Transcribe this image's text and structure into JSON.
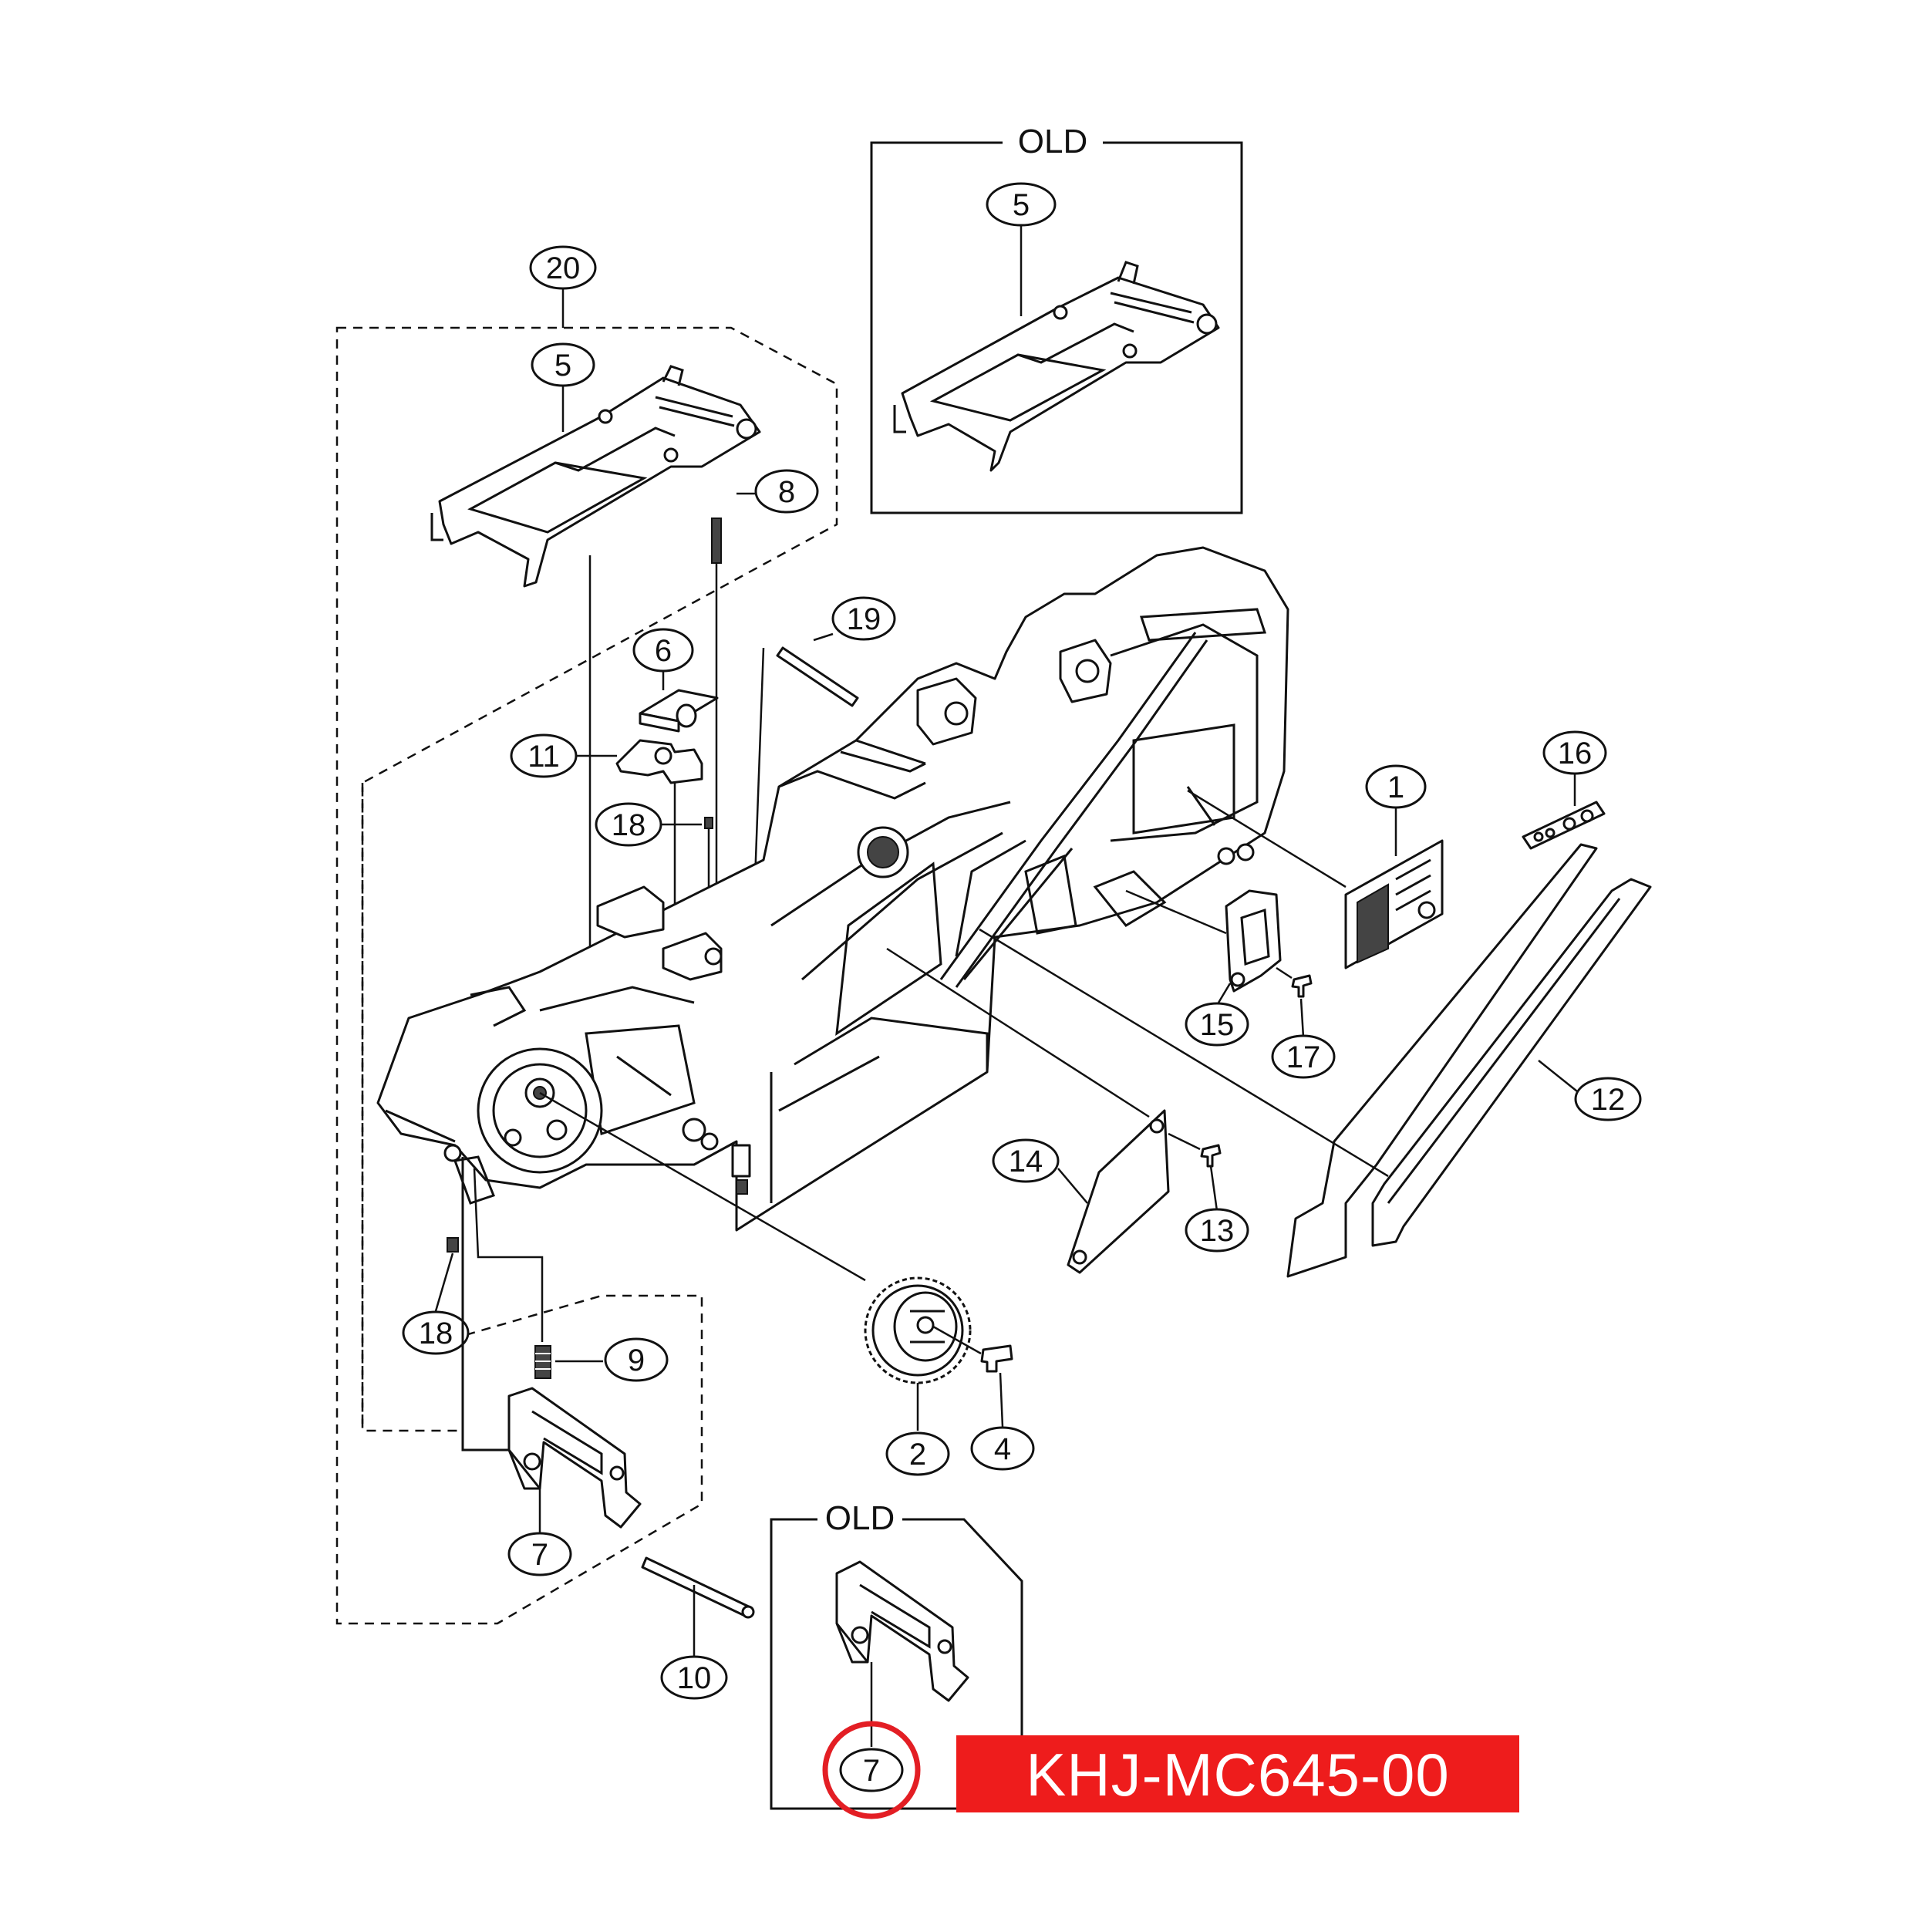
{
  "boxes": {
    "old_top_title": "OLD",
    "old_bottom_title": "OLD"
  },
  "part_number": {
    "text": "KHJ-MC645-00",
    "bg_color": "#ee1c1c",
    "text_color": "#ffffff"
  },
  "highlight": {
    "ring_color": "#e31e24",
    "label": "7"
  },
  "callouts": {
    "c20": "20",
    "c5a": "5",
    "c5b": "5",
    "c8": "8",
    "c19": "19",
    "c6": "6",
    "c11": "11",
    "c18a": "18",
    "c18b": "18",
    "c1": "1",
    "c16": "16",
    "c15": "15",
    "c17": "17",
    "c12": "12",
    "c14": "14",
    "c13": "13",
    "c9": "9",
    "c2": "2",
    "c4": "4",
    "c7a": "7",
    "c10": "10"
  }
}
